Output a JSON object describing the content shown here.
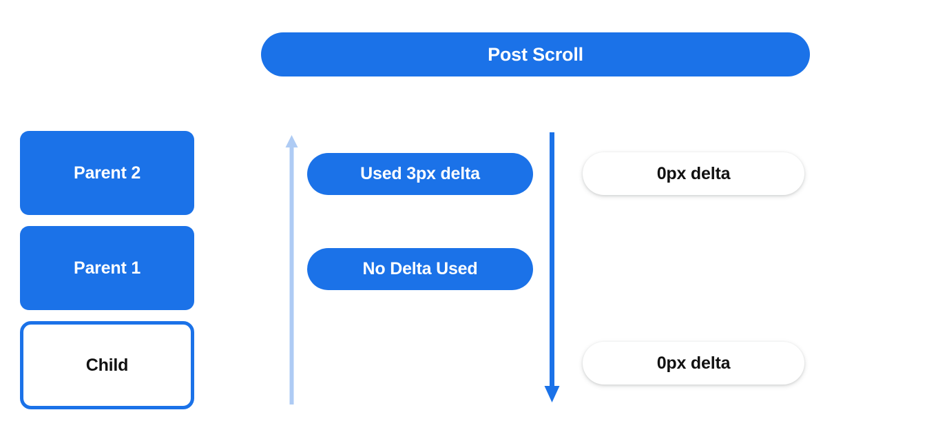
{
  "header": {
    "title": "Post Scroll",
    "background_color": "#1b72e8",
    "text_color": "#ffffff"
  },
  "colors": {
    "brand_blue": "#1b72e8",
    "light_blue": "#aecbf4",
    "page_background": "#ffffff",
    "text_dark": "#111111"
  },
  "node_stack": {
    "items": [
      {
        "label": "Parent 2",
        "style": "filled"
      },
      {
        "label": "Parent 1",
        "style": "filled"
      },
      {
        "label": "Child",
        "style": "outlined"
      }
    ]
  },
  "arrows": {
    "left": {
      "name": "scroll-up-arrow",
      "direction": "up",
      "color": "#aecbf4"
    },
    "right": {
      "name": "scroll-down-arrow",
      "direction": "down",
      "color": "#1b72e8"
    }
  },
  "pills": {
    "middle": [
      {
        "label": "Used 3px delta",
        "style": "blue"
      },
      {
        "label": "No Delta Used",
        "style": "blue"
      }
    ],
    "right": [
      {
        "label": "0px delta",
        "style": "white"
      },
      {
        "label": "0px delta",
        "style": "white"
      }
    ]
  }
}
